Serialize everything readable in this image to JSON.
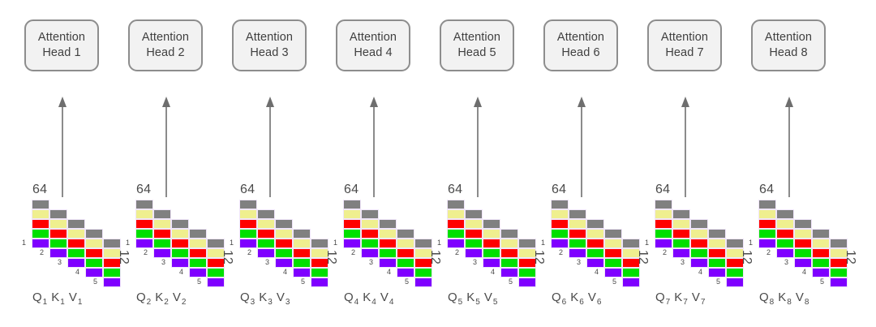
{
  "diagram": {
    "title_visible": false,
    "group_count": 8,
    "colors": {
      "box_fill": "#f2f2f2",
      "box_border": "#8d8d8d",
      "text": "#4a4a4a",
      "arrow": "#6e6e6e",
      "segment_gray": "#808080",
      "segment_yellow": "#efef8f",
      "segment_red": "#ff0000",
      "segment_green": "#00e000",
      "segment_purple": "#7f00ff"
    },
    "stack_segment_colors": [
      "#808080",
      "#efef8f",
      "#ff0000",
      "#00e000",
      "#7f00ff"
    ],
    "groups": [
      {
        "head_label_line1": "Attention",
        "head_label_line2": "Head 1",
        "dim_top": "64",
        "dim_side": "12",
        "column_indices": [
          "1",
          "2",
          "3",
          "4",
          "5"
        ],
        "qkv": [
          {
            "letter": "Q",
            "sub": "1"
          },
          {
            "letter": "K",
            "sub": "1"
          },
          {
            "letter": "V",
            "sub": "1"
          }
        ]
      },
      {
        "head_label_line1": "Attention",
        "head_label_line2": "Head 2",
        "dim_top": "64",
        "dim_side": "12",
        "column_indices": [
          "1",
          "2",
          "3",
          "4",
          "5"
        ],
        "qkv": [
          {
            "letter": "Q",
            "sub": "2"
          },
          {
            "letter": "K",
            "sub": "2"
          },
          {
            "letter": "V",
            "sub": "2"
          }
        ]
      },
      {
        "head_label_line1": "Attention",
        "head_label_line2": "Head 3",
        "dim_top": "64",
        "dim_side": "12",
        "column_indices": [
          "1",
          "2",
          "3",
          "4",
          "5"
        ],
        "qkv": [
          {
            "letter": "Q",
            "sub": "3"
          },
          {
            "letter": "K",
            "sub": "3"
          },
          {
            "letter": "V",
            "sub": "3"
          }
        ]
      },
      {
        "head_label_line1": "Attention",
        "head_label_line2": "Head 4",
        "dim_top": "64",
        "dim_side": "12",
        "column_indices": [
          "1",
          "2",
          "3",
          "4",
          "5"
        ],
        "qkv": [
          {
            "letter": "Q",
            "sub": "4"
          },
          {
            "letter": "K",
            "sub": "4"
          },
          {
            "letter": "V",
            "sub": "4"
          }
        ]
      },
      {
        "head_label_line1": "Attention",
        "head_label_line2": "Head 5",
        "dim_top": "64",
        "dim_side": "12",
        "column_indices": [
          "1",
          "2",
          "3",
          "4",
          "5"
        ],
        "qkv": [
          {
            "letter": "Q",
            "sub": "5"
          },
          {
            "letter": "K",
            "sub": "5"
          },
          {
            "letter": "V",
            "sub": "5"
          }
        ]
      },
      {
        "head_label_line1": "Attention",
        "head_label_line2": "Head 6",
        "dim_top": "64",
        "dim_side": "12",
        "column_indices": [
          "1",
          "2",
          "3",
          "4",
          "5"
        ],
        "qkv": [
          {
            "letter": "Q",
            "sub": "6"
          },
          {
            "letter": "K",
            "sub": "6"
          },
          {
            "letter": "V",
            "sub": "6"
          }
        ]
      },
      {
        "head_label_line1": "Attention",
        "head_label_line2": "Head 7",
        "dim_top": "64",
        "dim_side": "12",
        "column_indices": [
          "1",
          "2",
          "3",
          "4",
          "5"
        ],
        "qkv": [
          {
            "letter": "Q",
            "sub": "7"
          },
          {
            "letter": "K",
            "sub": "7"
          },
          {
            "letter": "V",
            "sub": "7"
          }
        ]
      },
      {
        "head_label_line1": "Attention",
        "head_label_line2": "Head 8",
        "dim_top": "64",
        "dim_side": "12",
        "column_indices": [
          "1",
          "2",
          "3",
          "4",
          "5"
        ],
        "qkv": [
          {
            "letter": "Q",
            "sub": "8"
          },
          {
            "letter": "K",
            "sub": "8"
          },
          {
            "letter": "V",
            "sub": "8"
          }
        ]
      }
    ]
  }
}
